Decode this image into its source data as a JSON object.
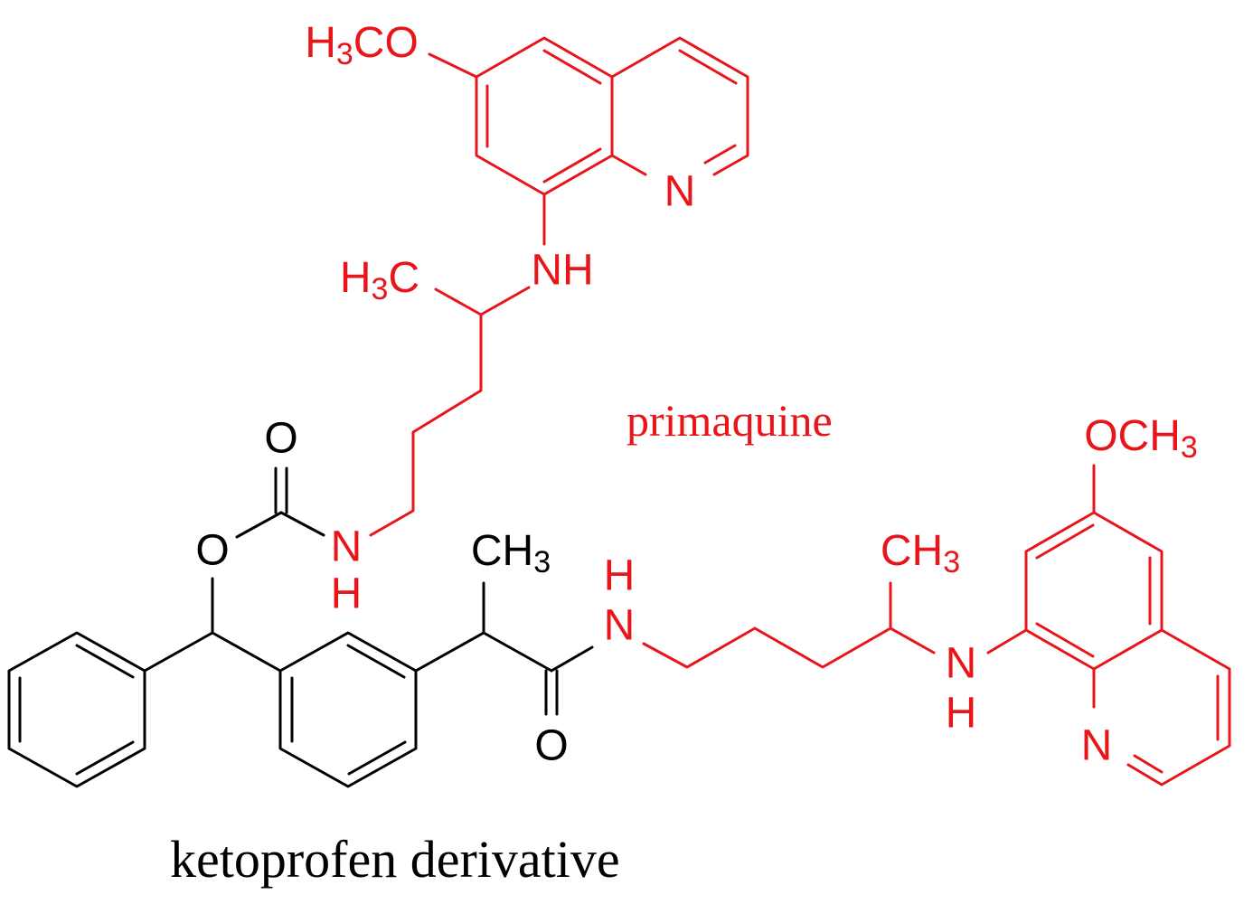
{
  "colors": {
    "primaquine": "#e8151b",
    "ketoprofen": "#000000"
  },
  "labels": {
    "primaquine": "primaquine",
    "ketoprofen": "ketoprofen derivative"
  },
  "atoms": {
    "top_methoxy_main": "H",
    "top_methoxy_sub": "3",
    "top_methoxy_tail": "CO",
    "top_N_ring": "N",
    "top_NH": "NH",
    "top_methyl_main": "H",
    "top_methyl_sub": "3",
    "top_methyl_tail": "C",
    "carbamate_O_dbl": "O",
    "carbamate_O_ester": "O",
    "carbamate_N": "N",
    "carbamate_H": "H",
    "keto_methyl_main": "CH",
    "keto_methyl_sub": "3",
    "amide_H": "H",
    "amide_N": "N",
    "amide_O": "O",
    "right_methyl_main": "CH",
    "right_methyl_sub": "3",
    "right_NH_N": "N",
    "right_NH_H": "H",
    "right_N_ring": "N",
    "right_methoxy_main": "OCH",
    "right_methoxy_sub": "3"
  }
}
